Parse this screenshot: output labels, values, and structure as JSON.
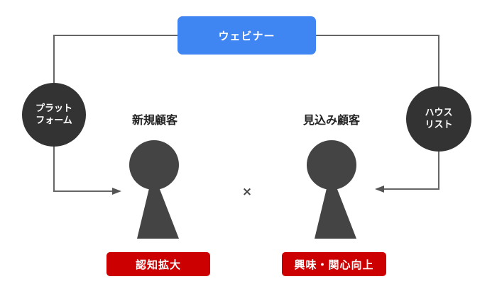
{
  "diagram": {
    "center_node": {
      "label": "ウェビナー",
      "color": "#3f86f2"
    },
    "channels": [
      {
        "id": "platform",
        "line1": "プラット",
        "line2": "フォーム",
        "color": "#333333"
      },
      {
        "id": "house-list",
        "line1": "ハウス",
        "line2": "リスト",
        "color": "#333333"
      }
    ],
    "segments": [
      {
        "id": "new-customers",
        "title": "新規顧客",
        "goal": "認知拡大"
      },
      {
        "id": "prospects",
        "title": "見込み顧客",
        "goal": "興味・関心向上"
      }
    ],
    "operator": "×",
    "colors": {
      "connector": "#666666",
      "person": "#444444",
      "badge": "#cc0000"
    }
  }
}
